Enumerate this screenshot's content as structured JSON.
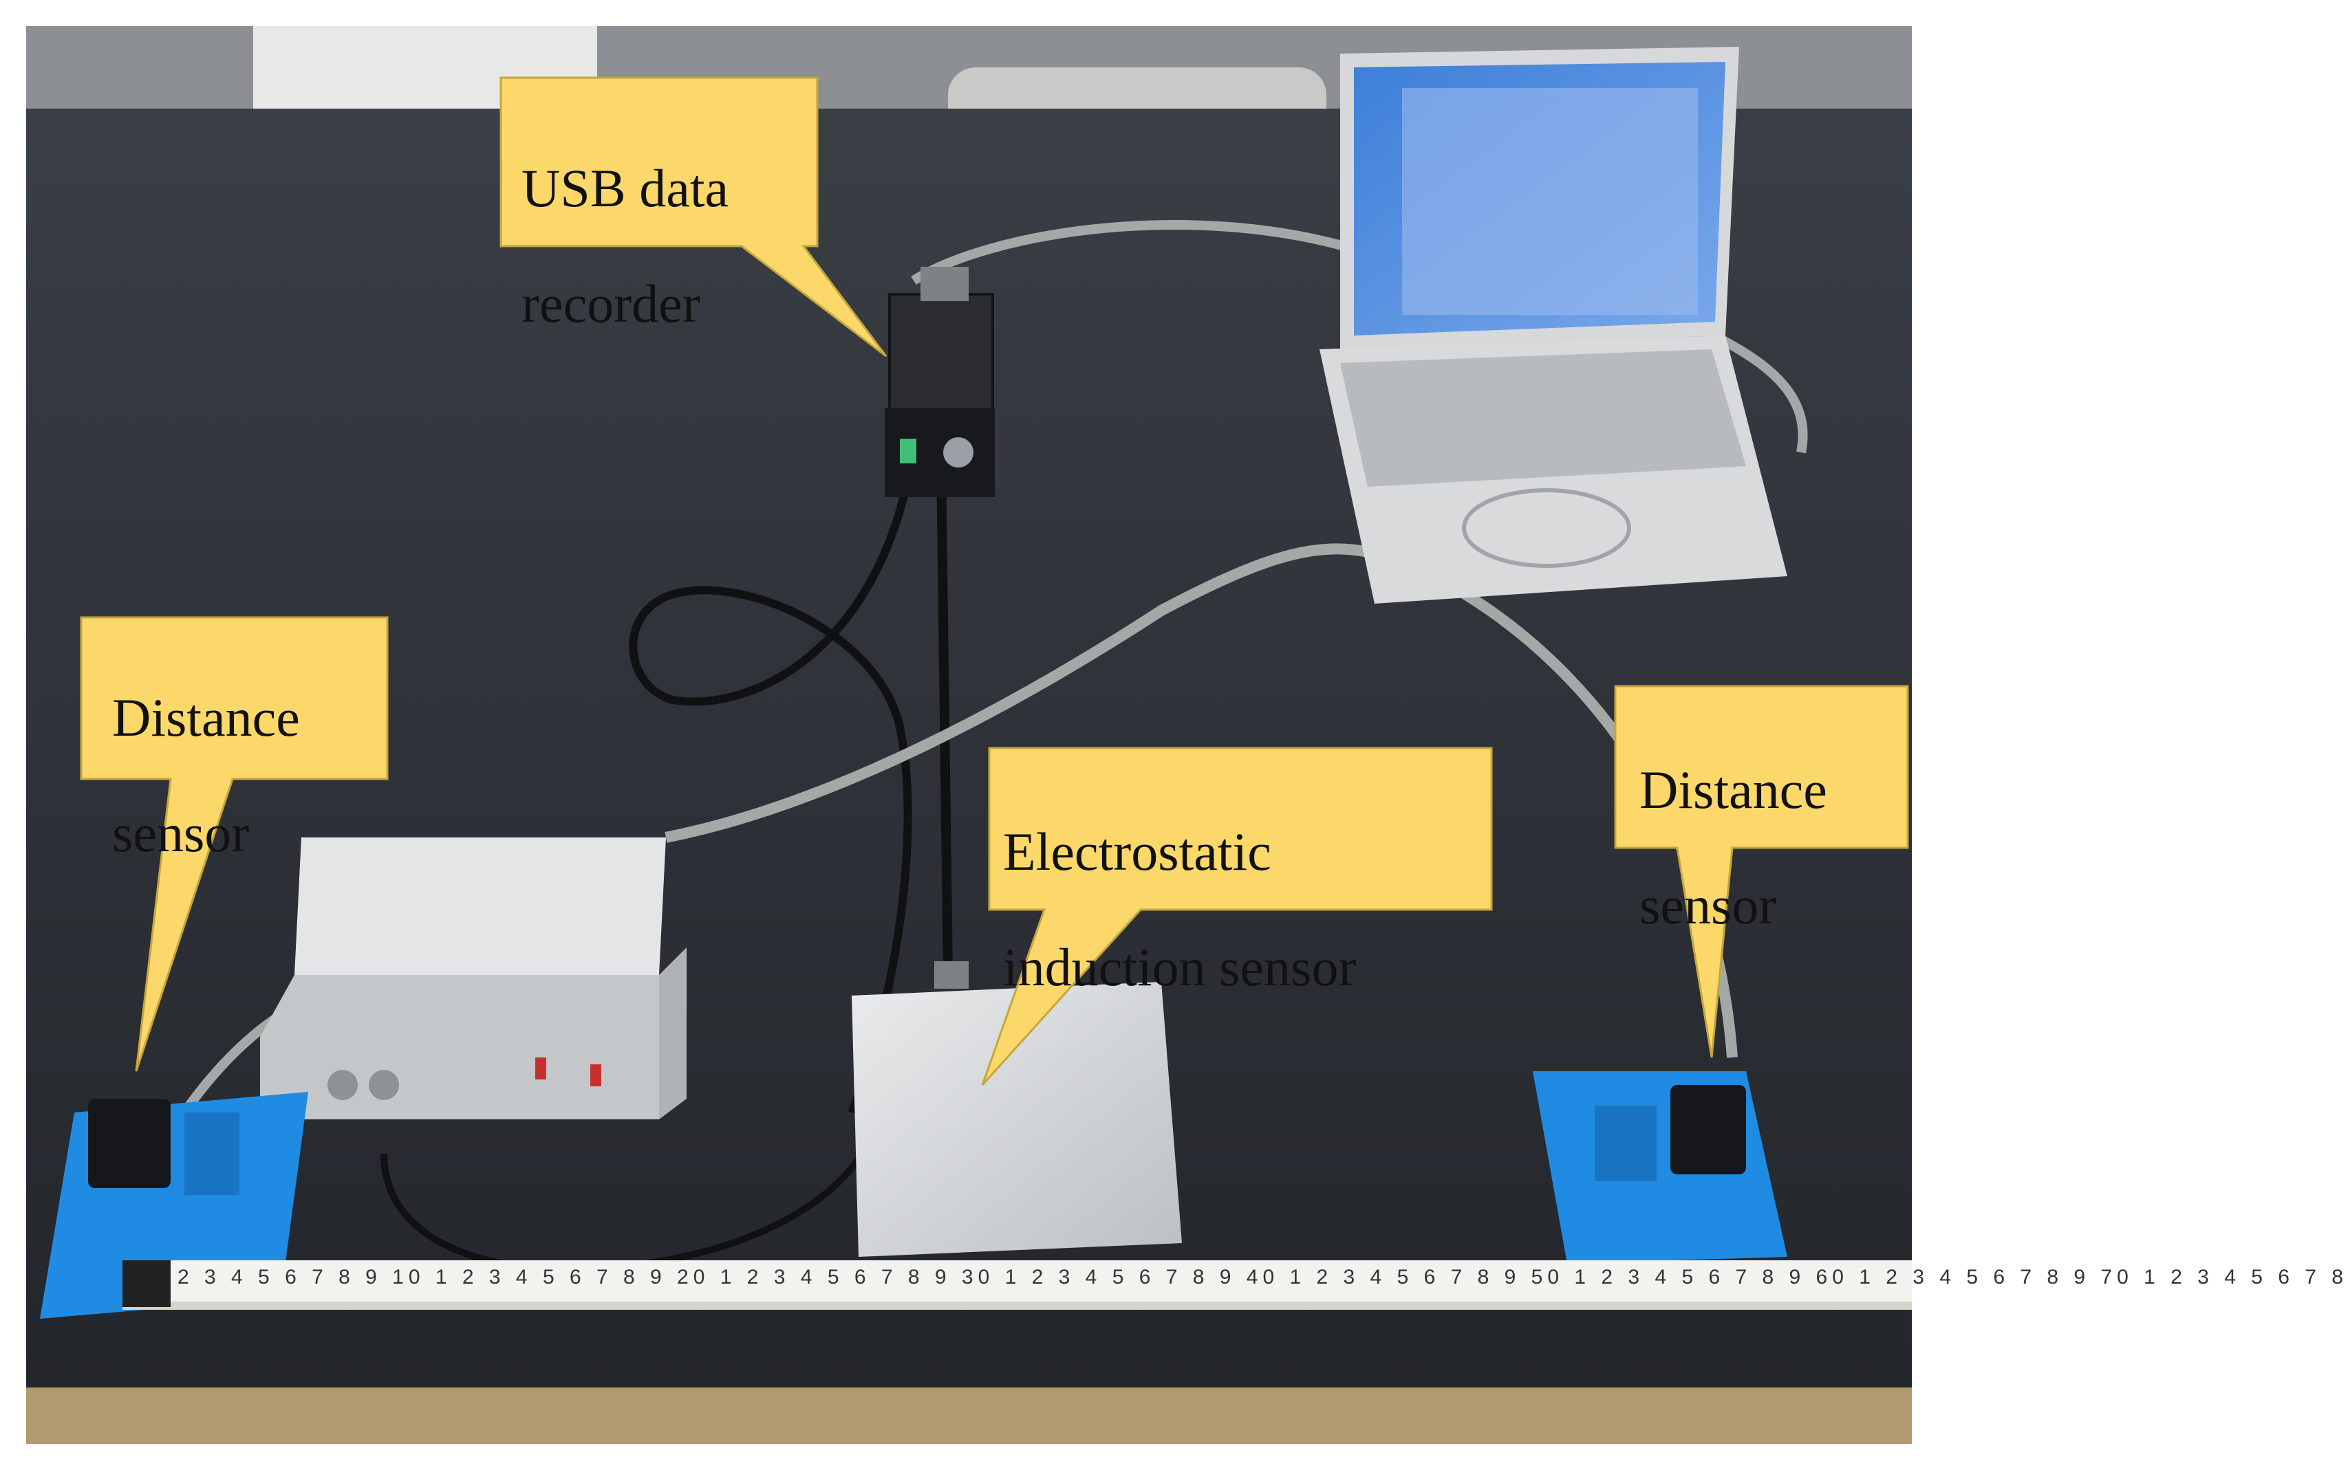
{
  "callouts": {
    "usb_recorder": {
      "line1": "USB  data",
      "line2": "recorder"
    },
    "distance_left": {
      "line1": "Distance",
      "line2": "sensor"
    },
    "distance_right": {
      "line1": "Distance",
      "line2": "sensor"
    },
    "electrostatic": {
      "line1": "Electrostatic",
      "line2": "induction sensor"
    }
  },
  "tape_measure": {
    "digits": "2 3 4 5 6 7 8 9 10 1 2 3 4 5 6 7 8 9 20 1 2 3 4 5 6 7 8 9 30 1 2 3 4 5 6 7 8 9 40 1 2 3 4 5 6 7 8 9 50 1 2 3 4 5 6 7 8 9 60 1 2 3 4 5 6 7 8 9 70 1 2 3 4 5 6 7 8"
  },
  "colors": {
    "callout_fill": "#fcd86a",
    "table_top": "#2e3238",
    "sensor_base": "#1f8be3",
    "aluminum": "#cfd2d4"
  }
}
